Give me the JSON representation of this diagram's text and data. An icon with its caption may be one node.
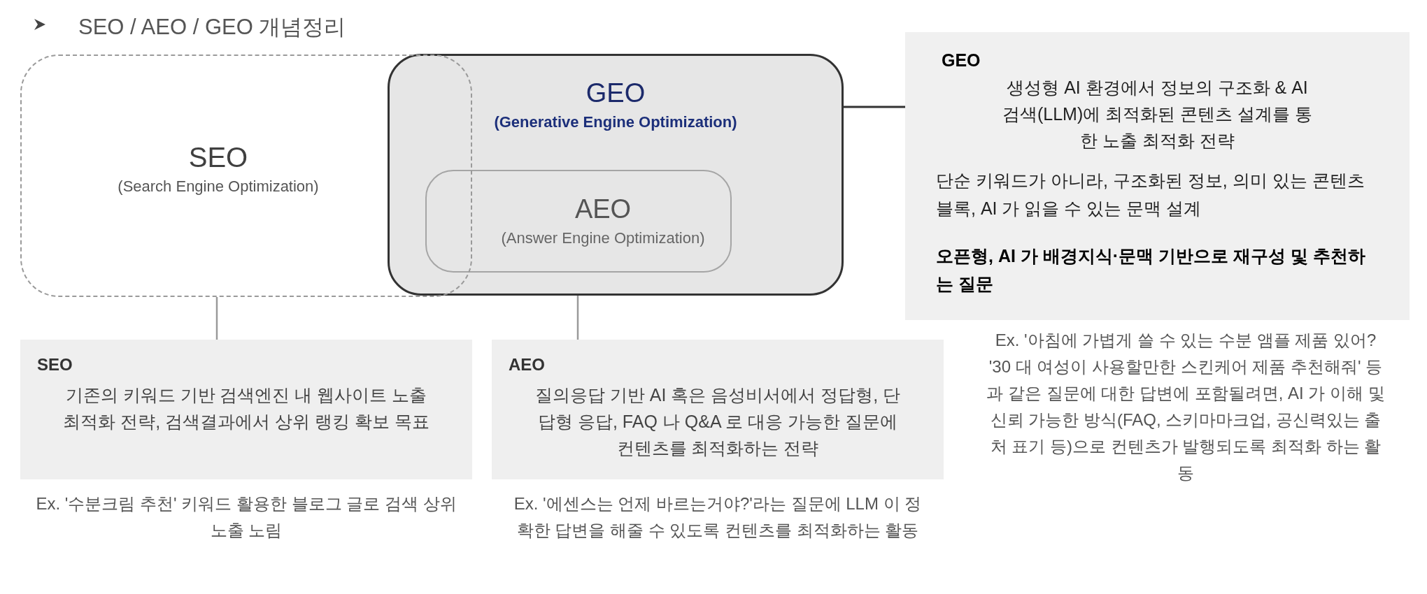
{
  "diagram": {
    "title": "SEO / AEO / GEO 개념정리",
    "nodes": [
      {
        "text": [
          "SEO",
          "(Search Engine Optimization)"
        ]
      },
      {
        "text": [
          "GEO",
          "(Generative Engine Optimization)"
        ]
      },
      {
        "text": [
          "AEO",
          "(Answer Engine Optimization)"
        ],
        "in": 1
      },
      {
        "text": [
          "GEO",
          "생성형 AI 환경에서 정보의 구조화 & AI 검색(LLM)에 최적화된 콘텐츠 설계를 통한 노출 최적화 전략",
          "단순 키워드가 아니라, 구조화된 정보, 의미 있는 콘텐츠 블록, AI 가 읽을 수 있는 문맥 설계",
          "오픈형, AI 가 배경지식·문맥 기반으로 재구성 및 추천하는 질문"
        ],
        "beside": [
          "Ex. '아침에 가볍게 쓸 수 있는 수분 앰플 제품 있어? '30 대 여성이 사용할만한 스킨케어 제품 추천해줘' 등과 같은 질문에 대한 답변에 포함될려면, AI 가 이해 및 신뢰 가능한 방식(FAQ, 스키마마크업, 공신력있는 출처 표기 등)으로 컨텐츠가 발행되도록 최적화 하는 활동"
        ]
      },
      {
        "text": [
          "SEO",
          "기존의 키워드 기반 검색엔진 내 웹사이트 노출 최적화 전략, 검색결과에서 상위 랭킹 확보 목표"
        ],
        "beside": [
          "Ex. '수분크림 추천' 키워드 활용한 블로그 글로 검색 상위 노출 노림"
        ]
      },
      {
        "text": [
          "AEO",
          "질의응답 기반 AI 혹은 음성비서에서 정답형, 단답형 응답, FAQ 나 Q&A 로 대응 가능한 질문에 컨텐츠를 최적화하는 전략"
        ],
        "beside": [
          "Ex. '에센스는 언제 바르는거야?'라는 질문에 LLM 이 정확한 답변을 해줄 수 있도록 컨텐츠를 최적화하는 활동"
        ]
      }
    ],
    "edges": [
      {
        "from": 1,
        "to": 3,
        "arrow": "none",
        "color": "#333333"
      },
      {
        "from": 0,
        "to": 4,
        "arrow": "none"
      },
      {
        "from": 2,
        "to": 5,
        "arrow": "none"
      }
    ]
  }
}
